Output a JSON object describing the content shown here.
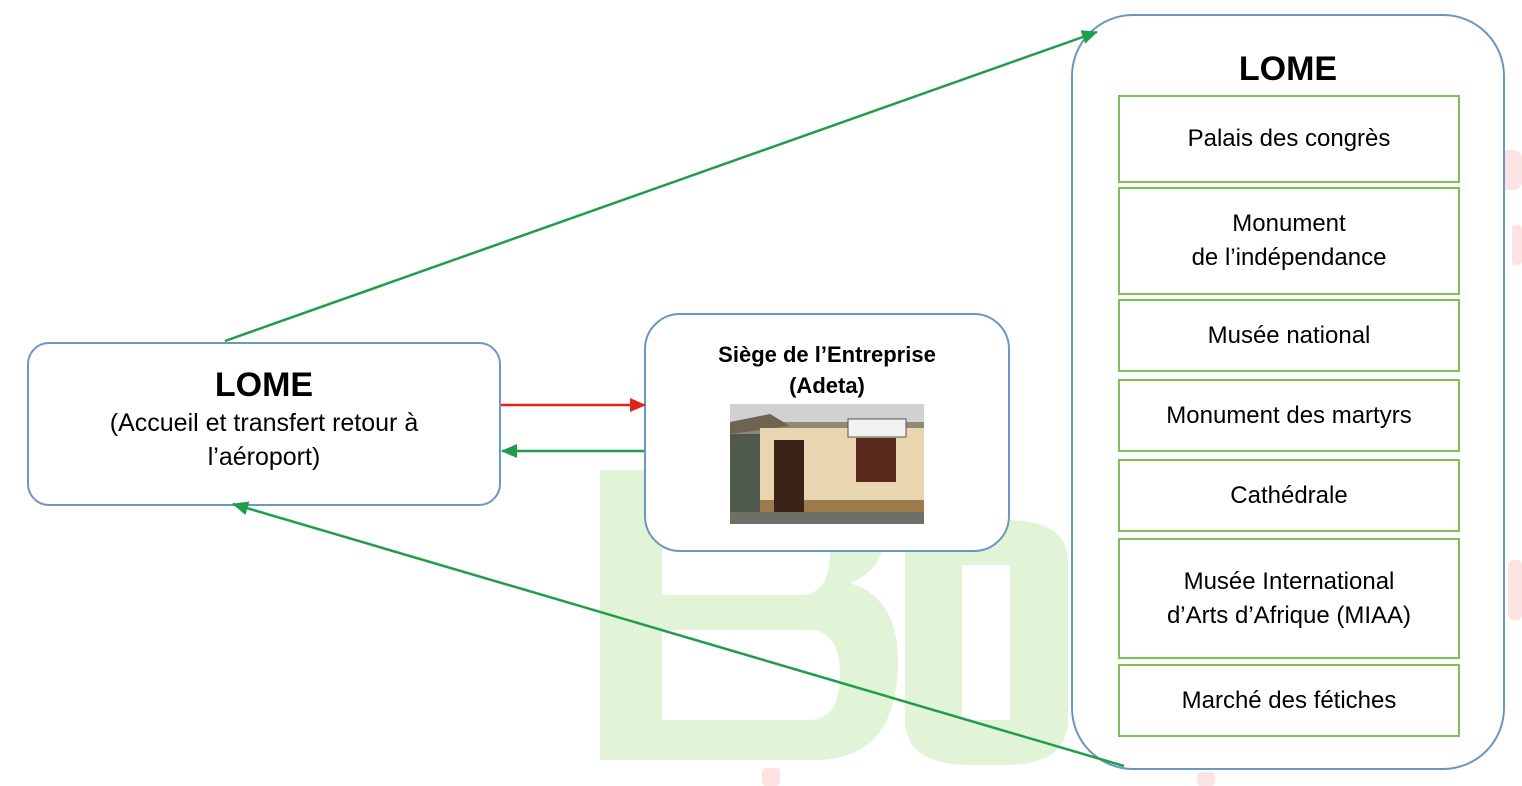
{
  "left_node": {
    "title": "LOME",
    "subtitle": "(Accueil et transfert retour à\nl’aéroport)"
  },
  "center_node": {
    "title": "Siège de l’Entreprise\n(Adeta)",
    "photo_icon": "building-photo"
  },
  "right_node": {
    "title": "LOME",
    "sites": [
      "Palais des congrès",
      "Monument\nde l’indépendance",
      "Musée national",
      "Monument des martyrs",
      "Cathédrale",
      "Musée International\nd’Arts d’Afrique (MIAA)",
      "Marché des fétiches"
    ]
  },
  "colors": {
    "box_border": "#6b97c3",
    "site_border": "#7fbf56",
    "arrow_green": "#1f9e4a",
    "arrow_red": "#e0241b",
    "watermark_green": "#dff3d4"
  }
}
